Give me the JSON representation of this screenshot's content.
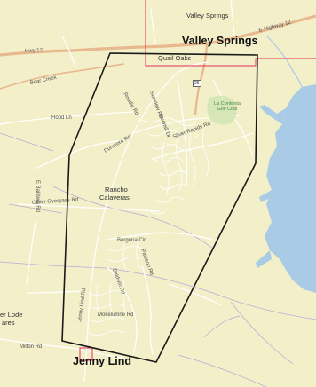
{
  "map": {
    "labels": {
      "valley_springs_small": "Valley Springs",
      "valley_springs_big": "Valley Springs",
      "quail_oaks": "Quail Oaks",
      "jenny_lind": "Jenny Lind",
      "rancho_calaveras_line1": "Rancho",
      "rancho_calaveras_line2": "Calaveras",
      "la_contenta": "La Contenta Golf Club",
      "hwy12_west": "Hwy 12",
      "hwy12_east": "E Highway 12",
      "bear_creek": "Bear Creek",
      "owlers_lode_line1": "er Lode",
      "owlers_lode_line2": "ares",
      "milton_rd": "Milton Rd",
      "jenny_lind_rd": "Jenny Lind Rd",
      "mokelumne": "Mokelumne Rd",
      "silver_rapids": "Silver Rapids Rd",
      "berguna": "Bergona Cir",
      "road_a": "Baldwin Rd",
      "road_b": "Pattison Rd",
      "road_c": "Dunsford Rd",
      "rd_tiny_1": "Roadie Rd",
      "rd_tiny_2": "Sunview Rd",
      "rd_tiny_3": "Sawmill Dr",
      "rd_tiny_4": "Hood Ln",
      "rd_tiny_5": "E Baldwin Rd",
      "rd_tiny_6": "Oliver Overpass Rd",
      "route_26": "26"
    },
    "colors": {
      "land": "#f3efc9",
      "water": "#a9cbe6",
      "highway": "#e8b98f",
      "local_road": "#ffffff",
      "boundary": "#1a1a1a",
      "limit_line": "#e0305c"
    }
  }
}
